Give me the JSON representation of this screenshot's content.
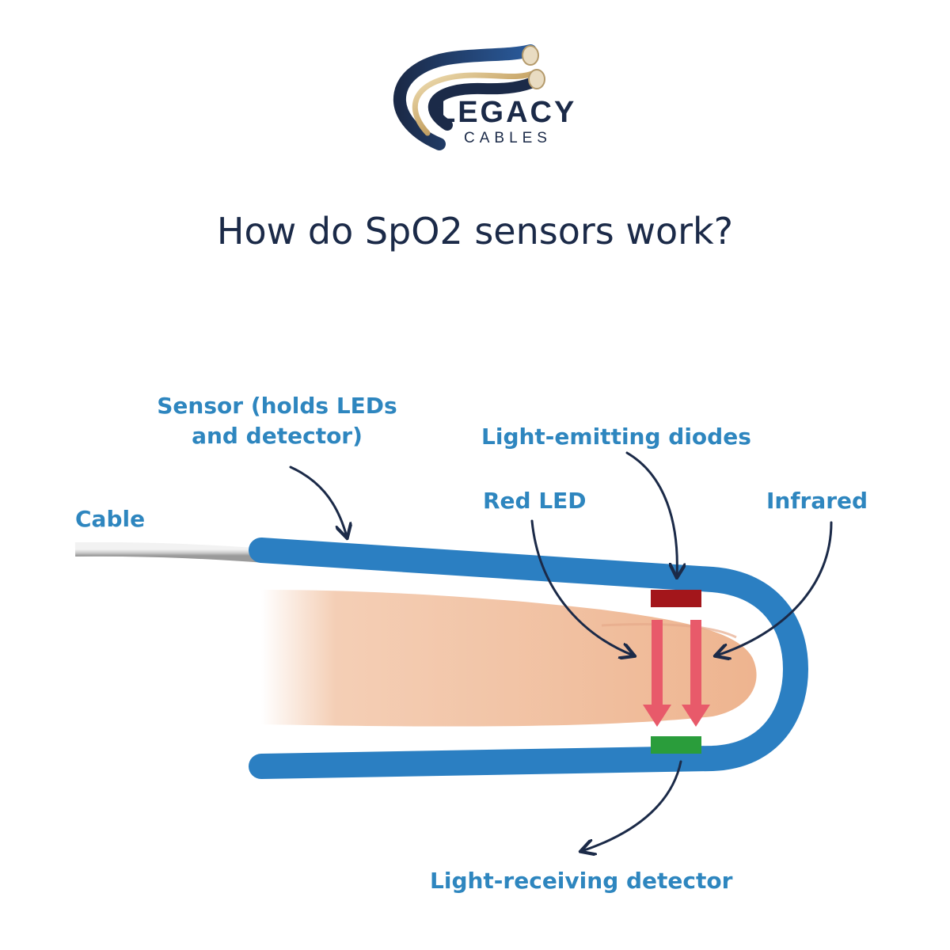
{
  "brand": {
    "name": "LEGACY",
    "tagline": "CABLES",
    "colors": {
      "navy": "#1b2a48",
      "gold": "#c9a76a",
      "blue": "#2a5b9c"
    }
  },
  "title": "How do SpO2 sensors work?",
  "labels": {
    "sensor": "Sensor (holds LEDs and detector)",
    "cable": "Cable",
    "led_diodes": "Light-emitting diodes",
    "red_led": "Red LED",
    "infrared": "Infrared",
    "detector": "Light-receiving detector"
  },
  "colors": {
    "label": "#2e86bf",
    "sensor_body": "#2b7fc2",
    "finger": "#f2c3a3",
    "red_led": "#a3161b",
    "detector": "#2a9d3b",
    "light_arrow": "#e85a6a",
    "pointer": "#1b2a48"
  }
}
